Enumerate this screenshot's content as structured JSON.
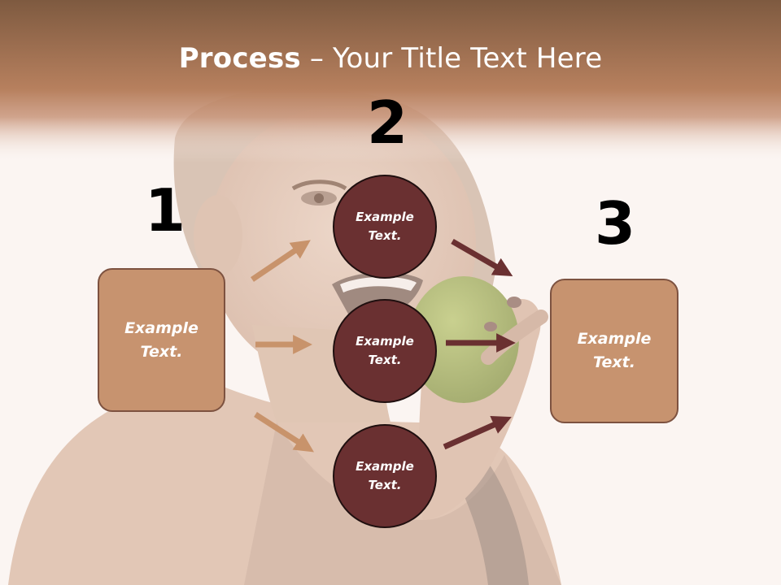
{
  "title": {
    "bold": "Process",
    "rest": " – Your Title Text Here"
  },
  "steps": [
    {
      "number": "1",
      "label": "Example\nText."
    },
    {
      "number": "2",
      "label": "Example\nText."
    },
    {
      "number": "3",
      "label": "Example\nText."
    }
  ],
  "middle_circles": [
    {
      "label": "Example\nText."
    },
    {
      "label": "Example\nText."
    },
    {
      "label": "Example\nText."
    }
  ],
  "colors": {
    "header_band": "#a8714f",
    "box_fill": "#c7936f",
    "box_border": "#7d5240",
    "circle_fill": "#6a3031",
    "arrow_light": "#c8936b",
    "arrow_dark": "#6a3031",
    "text_light": "#ffffff",
    "number_color": "#000000"
  }
}
